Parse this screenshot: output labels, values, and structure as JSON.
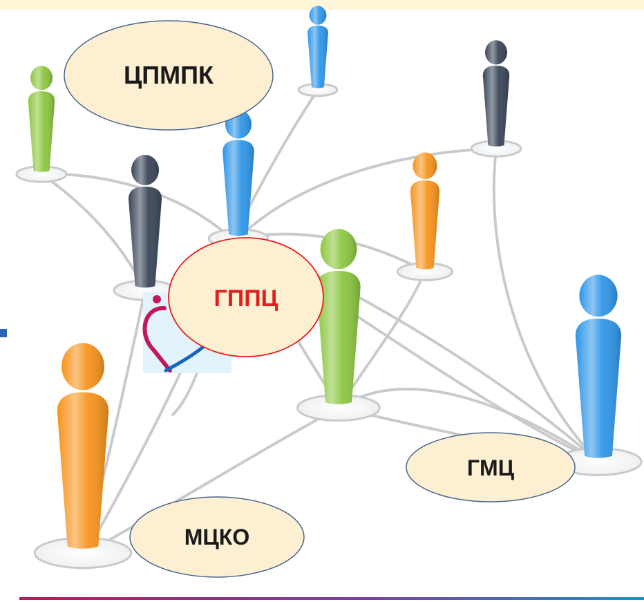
{
  "colors": {
    "banner": "#fdf5d6",
    "connector": "#c8cacc",
    "bubble_fill": "#fdefd2",
    "bubble_border": "#49658a",
    "center_border": "#e81b1b",
    "center_text": "#e21f1f",
    "label_text": "#1a1a1a",
    "accent_left": "#2e64b7",
    "bottom_stripe_start": "#b31d57",
    "bottom_stripe_mid": "#7b3fa6",
    "bottom_stripe_end": "#1e8fcf",
    "figure_green": "#8cc63f",
    "figure_blue": "#2f96e8",
    "figure_navy": "#3a4658",
    "figure_orange": "#f7941d"
  },
  "bubbles": {
    "top_left": "ЦПМПК",
    "center": "ГППЦ",
    "bottom_left": "МЦКО",
    "bottom_right": "ГМЦ"
  },
  "icons": {
    "people": "person-icon",
    "logo": "logo-icon"
  }
}
